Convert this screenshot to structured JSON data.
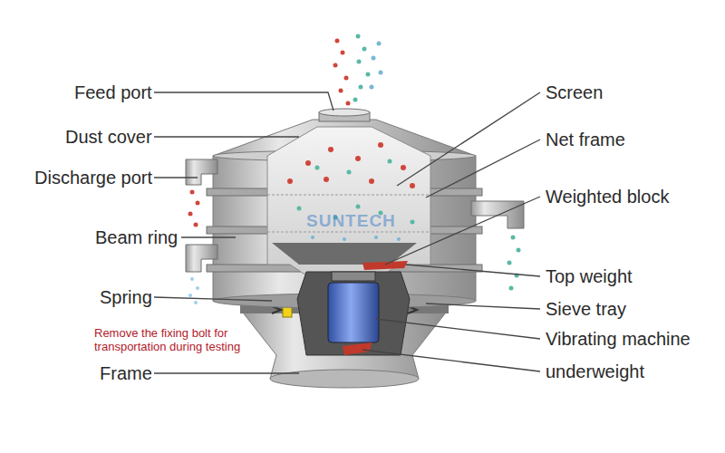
{
  "diagram": {
    "labels": [
      "Feed port",
      "Dust cover",
      "Discharge port",
      "Beam ring",
      "Spring",
      "Remove the fixing bolt for transportation during testing",
      "Frame",
      "Screen",
      "Net frame",
      "Weighted block",
      "Top weight",
      "Sieve tray",
      "Vibrating machine",
      "underweight",
      "SUNTECH"
    ]
  }
}
